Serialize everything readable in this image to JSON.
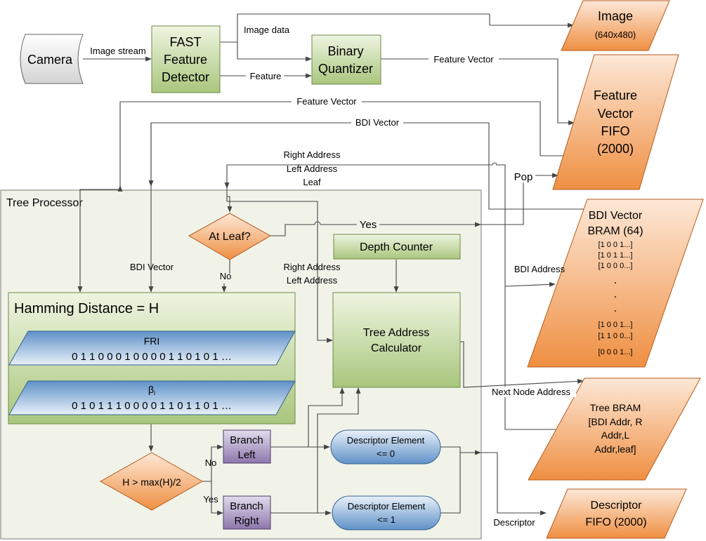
{
  "colors": {
    "green_top": "#eef5e1",
    "green_bottom": "#a9c67d",
    "green_stroke": "#6f8a47",
    "orange_top": "#fde8d7",
    "orange_bottom": "#ef8f42",
    "orange_stroke": "#b55b1e",
    "blue_top": "#e9f1fa",
    "blue_bottom": "#5f91c7",
    "blue_stroke": "#36618e",
    "purple_top": "#e2dcec",
    "purple_bottom": "#8d76ad",
    "purple_stroke": "#4d3b66",
    "panel_fill": "#f1f3e9",
    "line": "#444444"
  },
  "nodes": {
    "camera": "Camera",
    "fast": [
      "FAST",
      "Feature",
      "Detector"
    ],
    "binary": [
      "Binary",
      "Quantizer"
    ],
    "image_out": [
      "Image",
      "(640x480)"
    ],
    "fv_fifo": [
      "Feature",
      "Vector",
      "FIFO",
      "(2000)"
    ],
    "bdi_bram": [
      "BDI Vector",
      "BRAM (64)"
    ],
    "bdi_bram_rows": [
      "[1 0 0 1...]",
      "[1 0 1 1...]",
      "[1 0 0 0...]",
      ".",
      ".",
      ".",
      "[1 0 0 1...]",
      "[1 1 0 0...]",
      "[0 0 0 1...]"
    ],
    "tree_bram": [
      "Tree BRAM",
      "[BDI Addr, R",
      "Addr,L",
      "Addr,leaf]"
    ],
    "desc_fifo": [
      "Descriptor",
      "FIFO (2000)"
    ],
    "tree_processor": "Tree Processor",
    "at_leaf": "At Leaf?",
    "depth_counter": "Depth Counter",
    "tac": [
      "Tree Address",
      "Calculator"
    ],
    "hamming_title": "Hamming Distance = H",
    "fri": [
      "FRI",
      "0 1 1 0 0 0 1 0 0 0 0 1 1 0 1 0 1 …"
    ],
    "beta": [
      "β",
      "i",
      "0 1 0 1 1 1 0 0 0 0 1 1 0 1 1 0 1 …"
    ],
    "h_cond": "H > max(H)/2",
    "branch_left": [
      "Branch",
      "Left"
    ],
    "branch_right": [
      "Branch",
      "Right"
    ],
    "desc_0": [
      "Descriptor Element",
      "<= 0"
    ],
    "desc_1": [
      "Descriptor Element",
      "<= 1"
    ]
  },
  "labels": {
    "image_stream": "Image stream",
    "image_data": "Image data",
    "feature": "Feature",
    "fv_out": "Feature Vector",
    "fv_feed": "Feature Vector",
    "bdi_vector_top": "BDI Vector",
    "addr": [
      "Right Address",
      "Left Address",
      "Leaf"
    ],
    "pop": "Pop",
    "yes_leaf": "Yes",
    "no_leaf": "No",
    "bdi_vector_in": "BDI Vector",
    "addr_in": [
      "Right Address",
      "Left Address"
    ],
    "bdi_address": "BDI Address",
    "next_node": "Next Node Address",
    "descriptor": "Descriptor",
    "no_branch": "No",
    "yes_branch": "Yes"
  }
}
